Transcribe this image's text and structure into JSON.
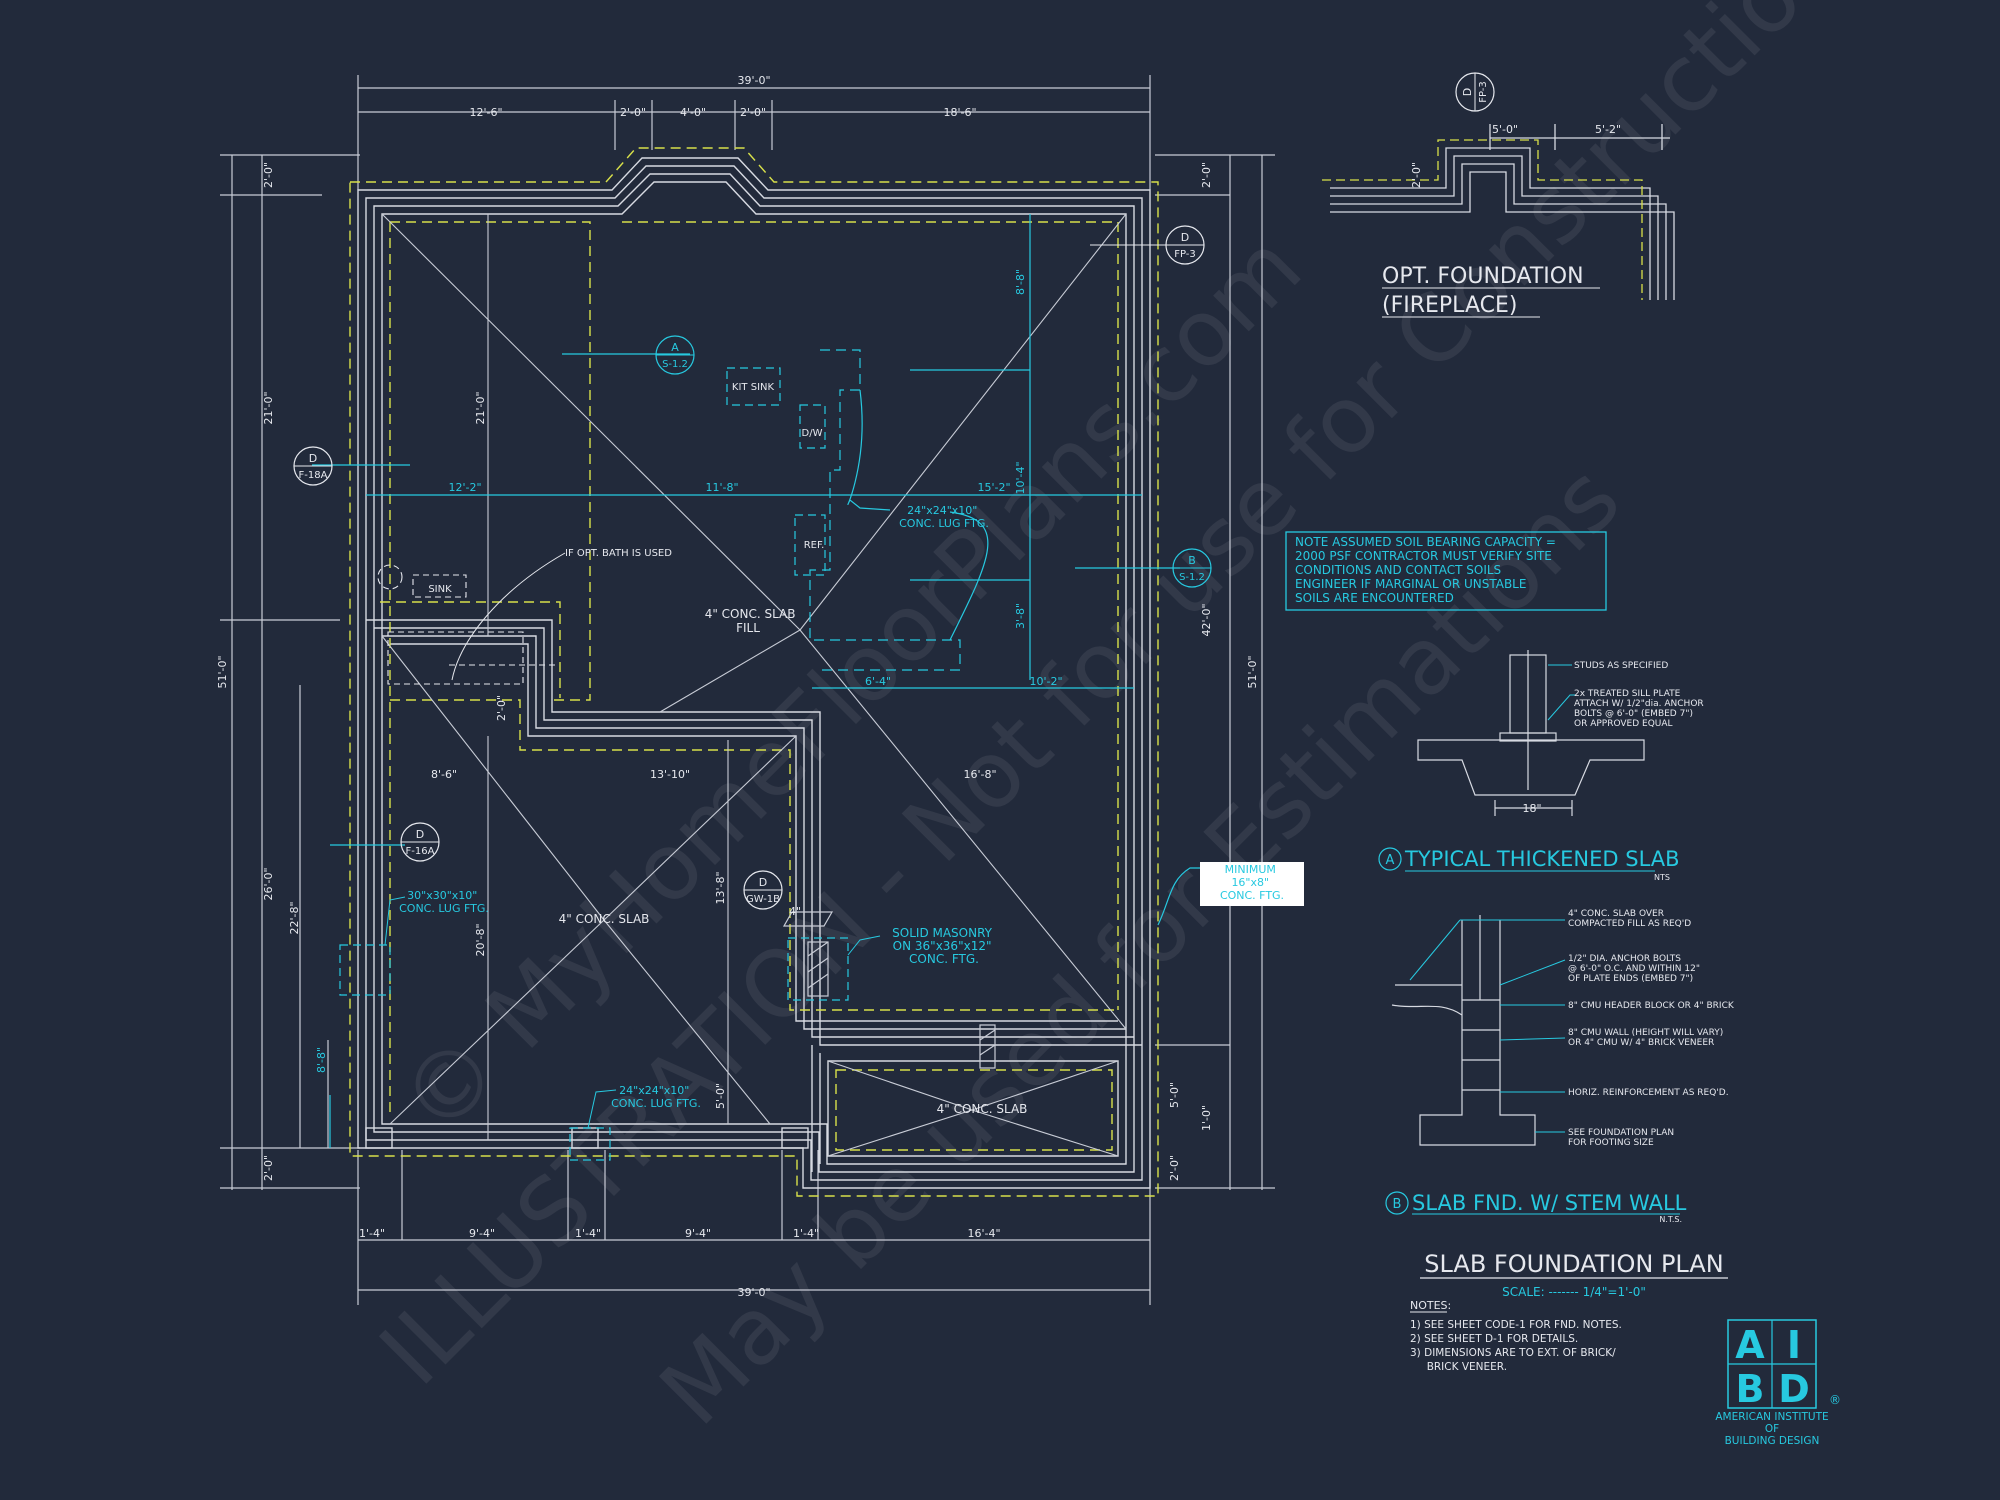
{
  "plan": {
    "top_dimensions": [
      "39'-0\"",
      "12'-6\"",
      "2'-0\"",
      "4'-0\"",
      "2'-0\"",
      "18'-6\""
    ],
    "bottom_dimensions": [
      "1'-4\"",
      "9'-4\"",
      "1'-4\"",
      "9'-4\"",
      "1'-4\"",
      "16'-4\"",
      "39'-0\""
    ],
    "left_dimensions": [
      "2'-0\"",
      "21'-0\"",
      "51'-0\"",
      "26'-0\"",
      "22'-8\"",
      "8'-8\"",
      "2'-0\""
    ],
    "right_dimensions": [
      "2'-0\"",
      "42'-0\"",
      "51'-0\"",
      "5'-0\"",
      "1'-0\"",
      "2'-0\""
    ],
    "interior_dimensions": [
      "12'-2\"",
      "11'-8\"",
      "15'-2\"",
      "21'-0\"",
      "8'-8\"",
      "10'-4\"",
      "3'-8\"",
      "6'-4\"",
      "10'-2\"",
      "2'-0\"",
      "8'-6\"",
      "13'-10\"",
      "16'-8\"",
      "13'-8\"",
      "20'-8\"",
      "5'-0\"",
      "4\""
    ],
    "room_labels": {
      "kit_sink": "KIT SINK",
      "dw": "D/W",
      "ref": "REF.",
      "sink": "SINK",
      "opt_bath": "IF OPT. BATH IS USED",
      "slab_fill": "4\" CONC. SLAB\nFILL",
      "slab_a": "4\" CONC. SLAB",
      "slab_b": "4\" CONC. SLAB"
    },
    "callouts": {
      "lug1": "24\"x24\"x10\"\nCONC. LUG FTG.",
      "lug2": "30\"x30\"x10\"\nCONC. LUG FTG.",
      "lug3": "24\"x24\"x10\"\nCONC. LUG FTG.",
      "masonry": "SOLID MASONRY\nON 36\"x36\"x12\"\nCONC. FTG.",
      "min_ftg": "MINIMUM\n16\"x8\"\nCONC. FTG."
    },
    "section_tags": [
      {
        "letter": "A",
        "sheet": "S-1.2"
      },
      {
        "letter": "D",
        "sheet": "F-18A"
      },
      {
        "letter": "D",
        "sheet": "FP-3"
      },
      {
        "letter": "B",
        "sheet": "S-1.2"
      },
      {
        "letter": "D",
        "sheet": "F-16A"
      },
      {
        "letter": "D",
        "sheet": "GW-1B"
      }
    ]
  },
  "fireplace": {
    "title_line1": "OPT. FOUNDATION",
    "title_line2": "(FIREPLACE)",
    "dims": [
      "5'-0\"",
      "5'-2\"",
      "2'-0\""
    ],
    "tag": {
      "letter": "D",
      "sheet": "FP-3"
    }
  },
  "note_box": "NOTE ASSUMED SOIL BEARING CAPACITY =\n2000 PSF CONTRACTOR MUST VERIFY SITE\nCONDITIONS AND CONTACT SOILS\nENGINEER IF MARGINAL OR UNSTABLE\nSOILS ARE ENCOUNTERED",
  "detail_a": {
    "marker": "A",
    "title": "TYPICAL THICKENED SLAB",
    "nts": "NTS",
    "labels": [
      "STUDS AS SPECIFIED",
      "2x TREATED SILL PLATE\nATTACH W/ 1/2\"dia. ANCHOR\nBOLTS @ 6'-0\" (EMBED 7\")\nOR APPROVED EQUAL"
    ],
    "dim": "18\""
  },
  "detail_b": {
    "marker": "B",
    "title": "SLAB FND. W/ STEM WALL",
    "nts": "N.T.S.",
    "labels": [
      "4\" CONC. SLAB OVER\nCOMPACTED FILL AS REQ'D",
      "1/2\" DIA. ANCHOR BOLTS\n@ 6'-0\" O.C. AND WITHIN 12\"\nOF PLATE ENDS (EMBED 7\")",
      "8\" CMU HEADER BLOCK OR 4\" BRICK",
      "8\" CMU WALL (HEIGHT WILL VARY)\nOR 4\" CMU W/ 4\" BRICK VENEER",
      "HORIZ. REINFORCEMENT AS REQ'D.",
      "SEE FOUNDATION PLAN\nFOR FOOTING SIZE"
    ]
  },
  "title_block": {
    "title": "SLAB FOUNDATION PLAN",
    "scale": "SCALE: ------- 1/4\"=1'-0\"",
    "notes_header": "NOTES:",
    "notes": [
      "1)  SEE SHEET CODE-1 FOR FND. NOTES.",
      "2)  SEE SHEET D-1 FOR DETAILS.",
      "3)  DIMENSIONS ARE TO EXT. OF BRICK/",
      "     BRICK VENEER."
    ]
  },
  "logo": {
    "letters": [
      "A",
      "I",
      "B",
      "D"
    ],
    "reg": "®",
    "line1": "AMERICAN INSTITUTE",
    "line2": "OF",
    "line3": "BUILDING DESIGN"
  },
  "watermark": {
    "line1": "© MyHomeFloorPlans.com",
    "line2": "ILLUSTRATION - Not for use for Construction",
    "line3": "May be used for Estimations"
  }
}
